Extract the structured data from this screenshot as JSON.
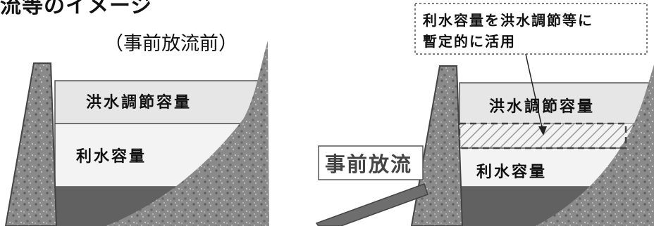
{
  "heading": "流等のイメージ",
  "left_panel": {
    "subtitle": "（事前放流前）",
    "flood_control_label": "洪水調節容量",
    "water_use_label": "利水容量"
  },
  "right_panel": {
    "callout_lines": [
      "利水容量を洪水調節等に",
      "暫定的に活用"
    ],
    "flood_control_label": "洪水調節容量",
    "water_use_label": "利水容量",
    "release_label": "事前放流"
  },
  "colors": {
    "flood_zone": "#e6e6e6",
    "water_zone": "#f3f3f3",
    "sediment_zone": "#616161",
    "rock": "#8a8a8a",
    "arrow": "#6e6e6e"
  }
}
